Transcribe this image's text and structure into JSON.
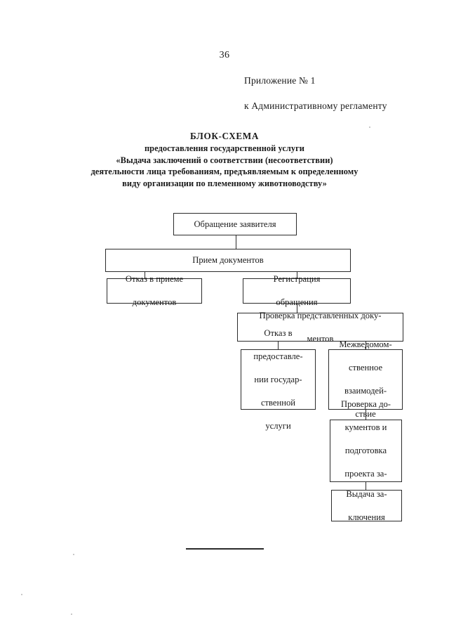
{
  "document": {
    "page_number": "36",
    "appendix_lines": [
      "Приложение № 1",
      "к Административному регламенту"
    ],
    "title": {
      "main": "БЛОК-СХЕМА",
      "lines": [
        "предоставления государственной услуги",
        "«Выдача заключений о соответствии (несоответствии)",
        "деятельности лица требованиям, предъявляемым к определенному",
        "виду организации по племенному животноводству»"
      ]
    }
  },
  "chart_data": {
    "type": "diagram",
    "title": "БЛОК-СХЕМА предоставления государственной услуги",
    "nodes": [
      {
        "id": "n1",
        "label": "Обращение заявителя",
        "lines": [
          "Обращение заявителя"
        ]
      },
      {
        "id": "n2",
        "label": "Прием документов",
        "lines": [
          "Прием документов"
        ]
      },
      {
        "id": "n3",
        "label": "Отказ в приеме документов",
        "lines": [
          "Отказ в приеме",
          "документов"
        ]
      },
      {
        "id": "n4",
        "label": "Регистрация обращения",
        "lines": [
          "Регистрация",
          "обращения"
        ]
      },
      {
        "id": "n5",
        "label": "Проверка представленных документов",
        "lines": [
          "Проверка представленных доку-",
          "ментов"
        ]
      },
      {
        "id": "n6",
        "label": "Отказ в предоставлении государственной услуги",
        "lines": [
          "Отказ в",
          "предоставле-",
          "нии государ-",
          "ственной",
          "услуги"
        ]
      },
      {
        "id": "n7",
        "label": "Межведомственное взаимодействие",
        "lines": [
          "Межведомом-",
          "ственное",
          "взаимодей-",
          "ствие"
        ]
      },
      {
        "id": "n8",
        "label": "Проверка документов и подготовка проекта заключения",
        "lines": [
          "Проверка до-",
          "кументов и",
          "подготовка",
          "проекта за-",
          "ключения"
        ]
      },
      {
        "id": "n9",
        "label": "Выдача заключения",
        "lines": [
          "Выдача за-",
          "ключения"
        ]
      }
    ],
    "edges": [
      {
        "from": "n1",
        "to": "n2"
      },
      {
        "from": "n2",
        "to": "n3"
      },
      {
        "from": "n2",
        "to": "n4"
      },
      {
        "from": "n4",
        "to": "n5"
      },
      {
        "from": "n5",
        "to": "n6"
      },
      {
        "from": "n5",
        "to": "n7"
      },
      {
        "from": "n7",
        "to": "n8"
      },
      {
        "from": "n8",
        "to": "n9"
      }
    ],
    "colors": {
      "stroke": "#2b2b2b",
      "fill": "#ffffff",
      "text": "#1a1a1a"
    }
  }
}
